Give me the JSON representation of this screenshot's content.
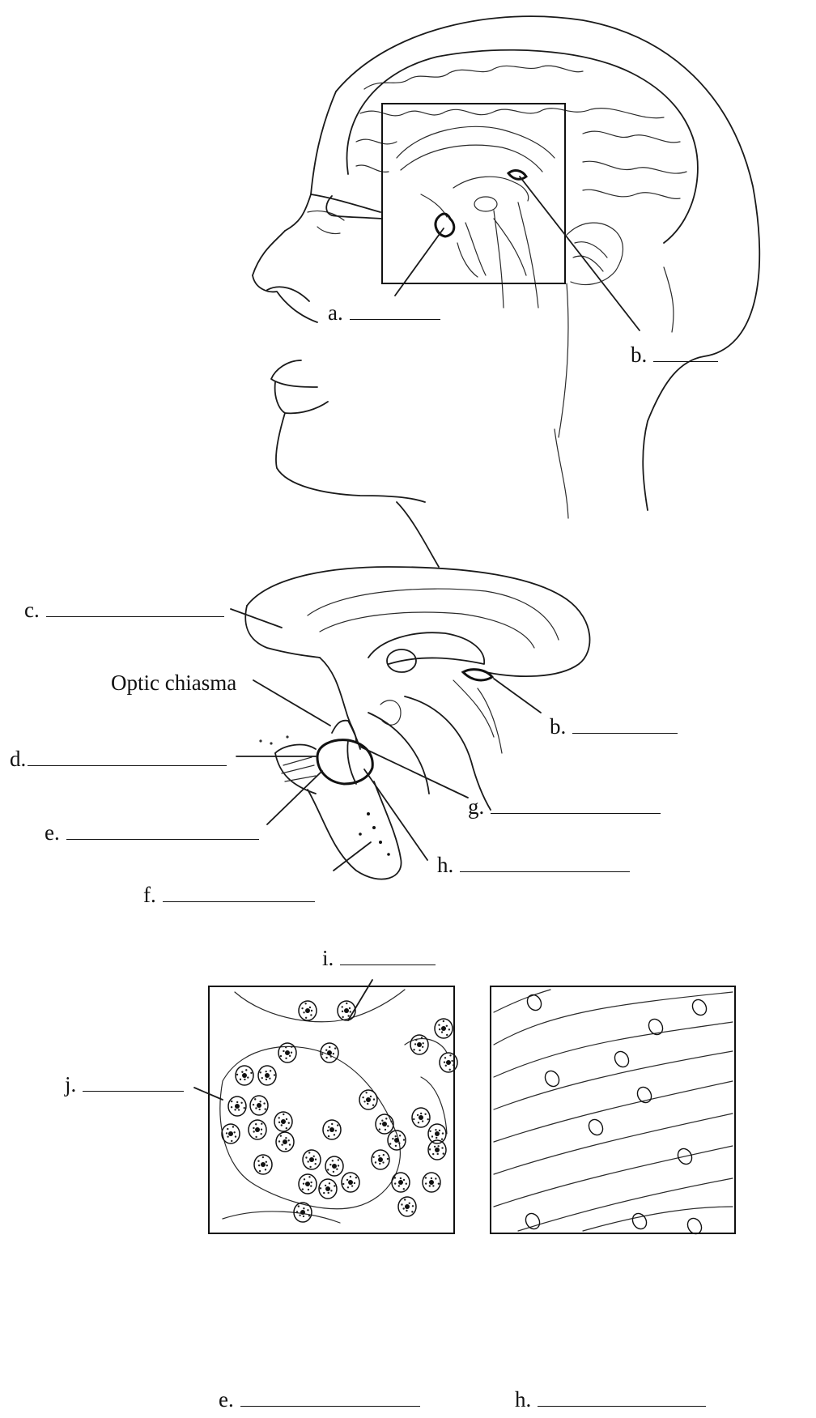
{
  "labels": {
    "a": "a.",
    "b_top": "b.",
    "c": "c.",
    "optic": "Optic chiasma",
    "b_mid": "b.",
    "d": "d.",
    "g": "g.",
    "e_mid": "e.",
    "h_mid": "h.",
    "f": "f.",
    "i": "i.",
    "j": "j.",
    "e_bottom": "e.",
    "h_bottom": "h."
  }
}
